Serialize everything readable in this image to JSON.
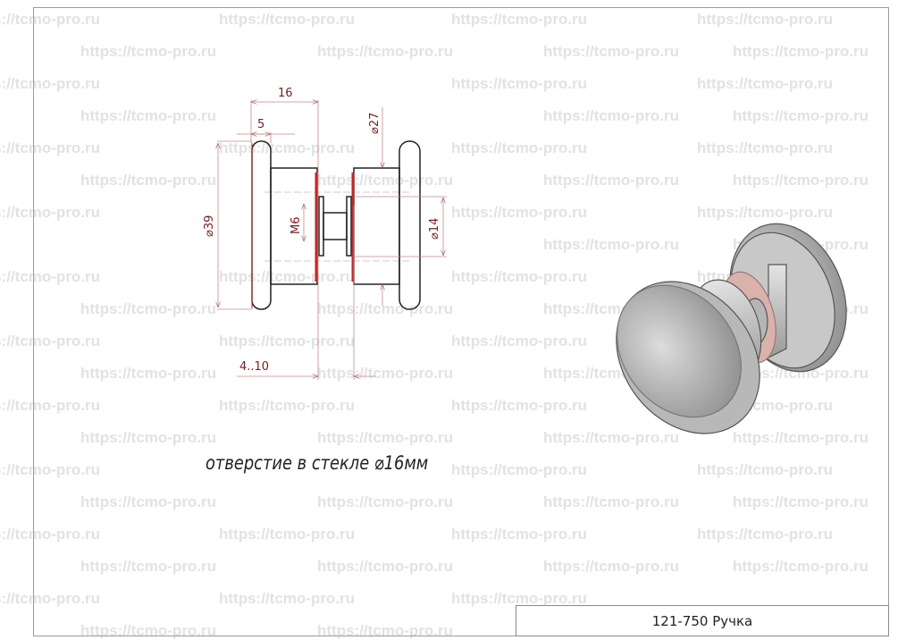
{
  "watermark": "https://tcmo-pro.ru",
  "title_block": {
    "text": "121-750 Ручка"
  },
  "note": "отверстие в стекле ⌀16мм",
  "dimensions": {
    "width_16": "16",
    "width_5": "5",
    "dia_39": "⌀39",
    "dia_27": "⌀27",
    "dia_14": "⌀14",
    "thread": "M6",
    "glass_range": "4..10"
  },
  "colors": {
    "dimension": "#8b2a2a",
    "gasket": "#c0282a",
    "outline": "#222222"
  }
}
